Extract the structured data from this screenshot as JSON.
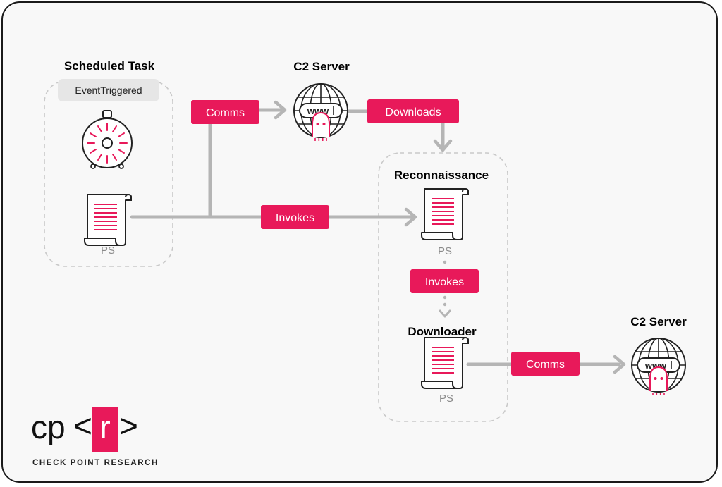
{
  "groups": {
    "scheduled_task": {
      "title": "Scheduled Task",
      "pill": "EventTriggered",
      "ps_label": "PS"
    },
    "reconnaissance": {
      "title": "Reconnaissance",
      "ps_label": "PS"
    },
    "downloader": {
      "title": "Downloader",
      "ps_label": "PS"
    }
  },
  "servers": [
    {
      "title": "C2 Server",
      "www": "www"
    },
    {
      "title": "C2 Server",
      "www": "www"
    }
  ],
  "edges": {
    "comms_1": "Comms",
    "downloads": "Downloads",
    "invokes_1": "Invokes",
    "invokes_2": "Invokes",
    "comms_2": "Comms"
  },
  "logo": {
    "cp": "cp",
    "lt": "<",
    "r": "r",
    "gt": ">",
    "tagline": "CHECK POINT RESEARCH"
  },
  "colors": {
    "accent": "#e8195a",
    "arrow": "#b5b5b5",
    "dash": "#c9c9c9",
    "frame": "#1a1a1a"
  },
  "icons": [
    "timer-icon",
    "script-icon",
    "globe-icon",
    "ghost-icon",
    "arrow-right-icon",
    "arrow-down-icon"
  ]
}
